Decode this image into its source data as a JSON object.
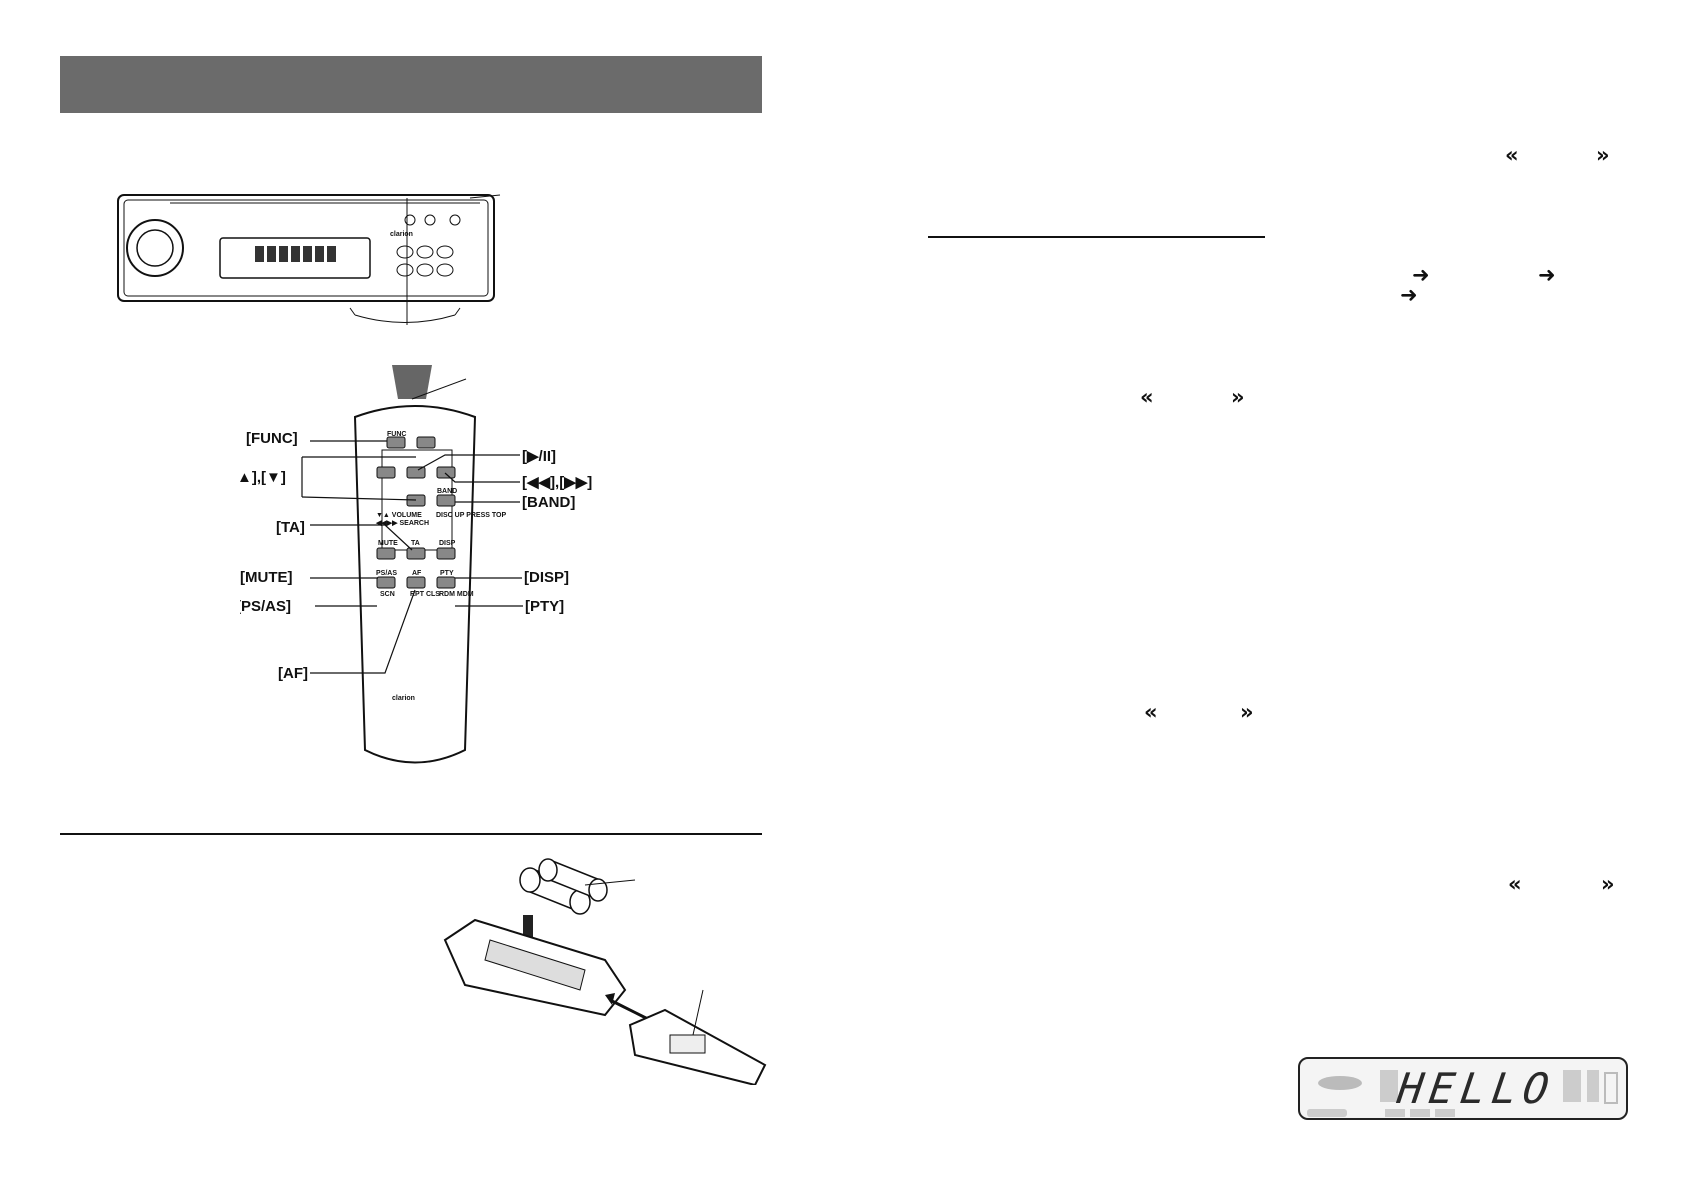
{
  "page": {
    "background": "#ffffff",
    "header_color": "#6b6b6b"
  },
  "remote": {
    "callouts": {
      "func": "[FUNC]",
      "up_down": "[▲],[▼]",
      "ta": "[TA]",
      "mute": "[MUTE]",
      "ps_as": "[PS/AS]",
      "af": "[AF]",
      "play_pause": "[▶/II]",
      "skip": "[◀◀],[▶▶]",
      "band": "[BAND]",
      "disp": "[DISP]",
      "pty": "[PTY]"
    },
    "button_labels": {
      "func": "FUNC",
      "band": "BAND",
      "volume": "▼▲  VOLUME",
      "search": "◀◀▶▶  SEARCH",
      "band_sub": "DISC UP PRESS TOP",
      "mute": "MUTE",
      "ta": "TA",
      "disp": "DISP",
      "ps_as": "PS/AS",
      "ps_as_sub": "SCN",
      "af": "AF",
      "af_sub": "RPT CLS",
      "pty": "PTY",
      "pty_sub": "RDM MDM"
    },
    "brand": "clarion"
  },
  "head_unit": {
    "brand": "clarion"
  },
  "icons": {
    "rewind": "«",
    "forward": "»",
    "arrow": "➜"
  },
  "lcd": {
    "text": "HELLO"
  }
}
